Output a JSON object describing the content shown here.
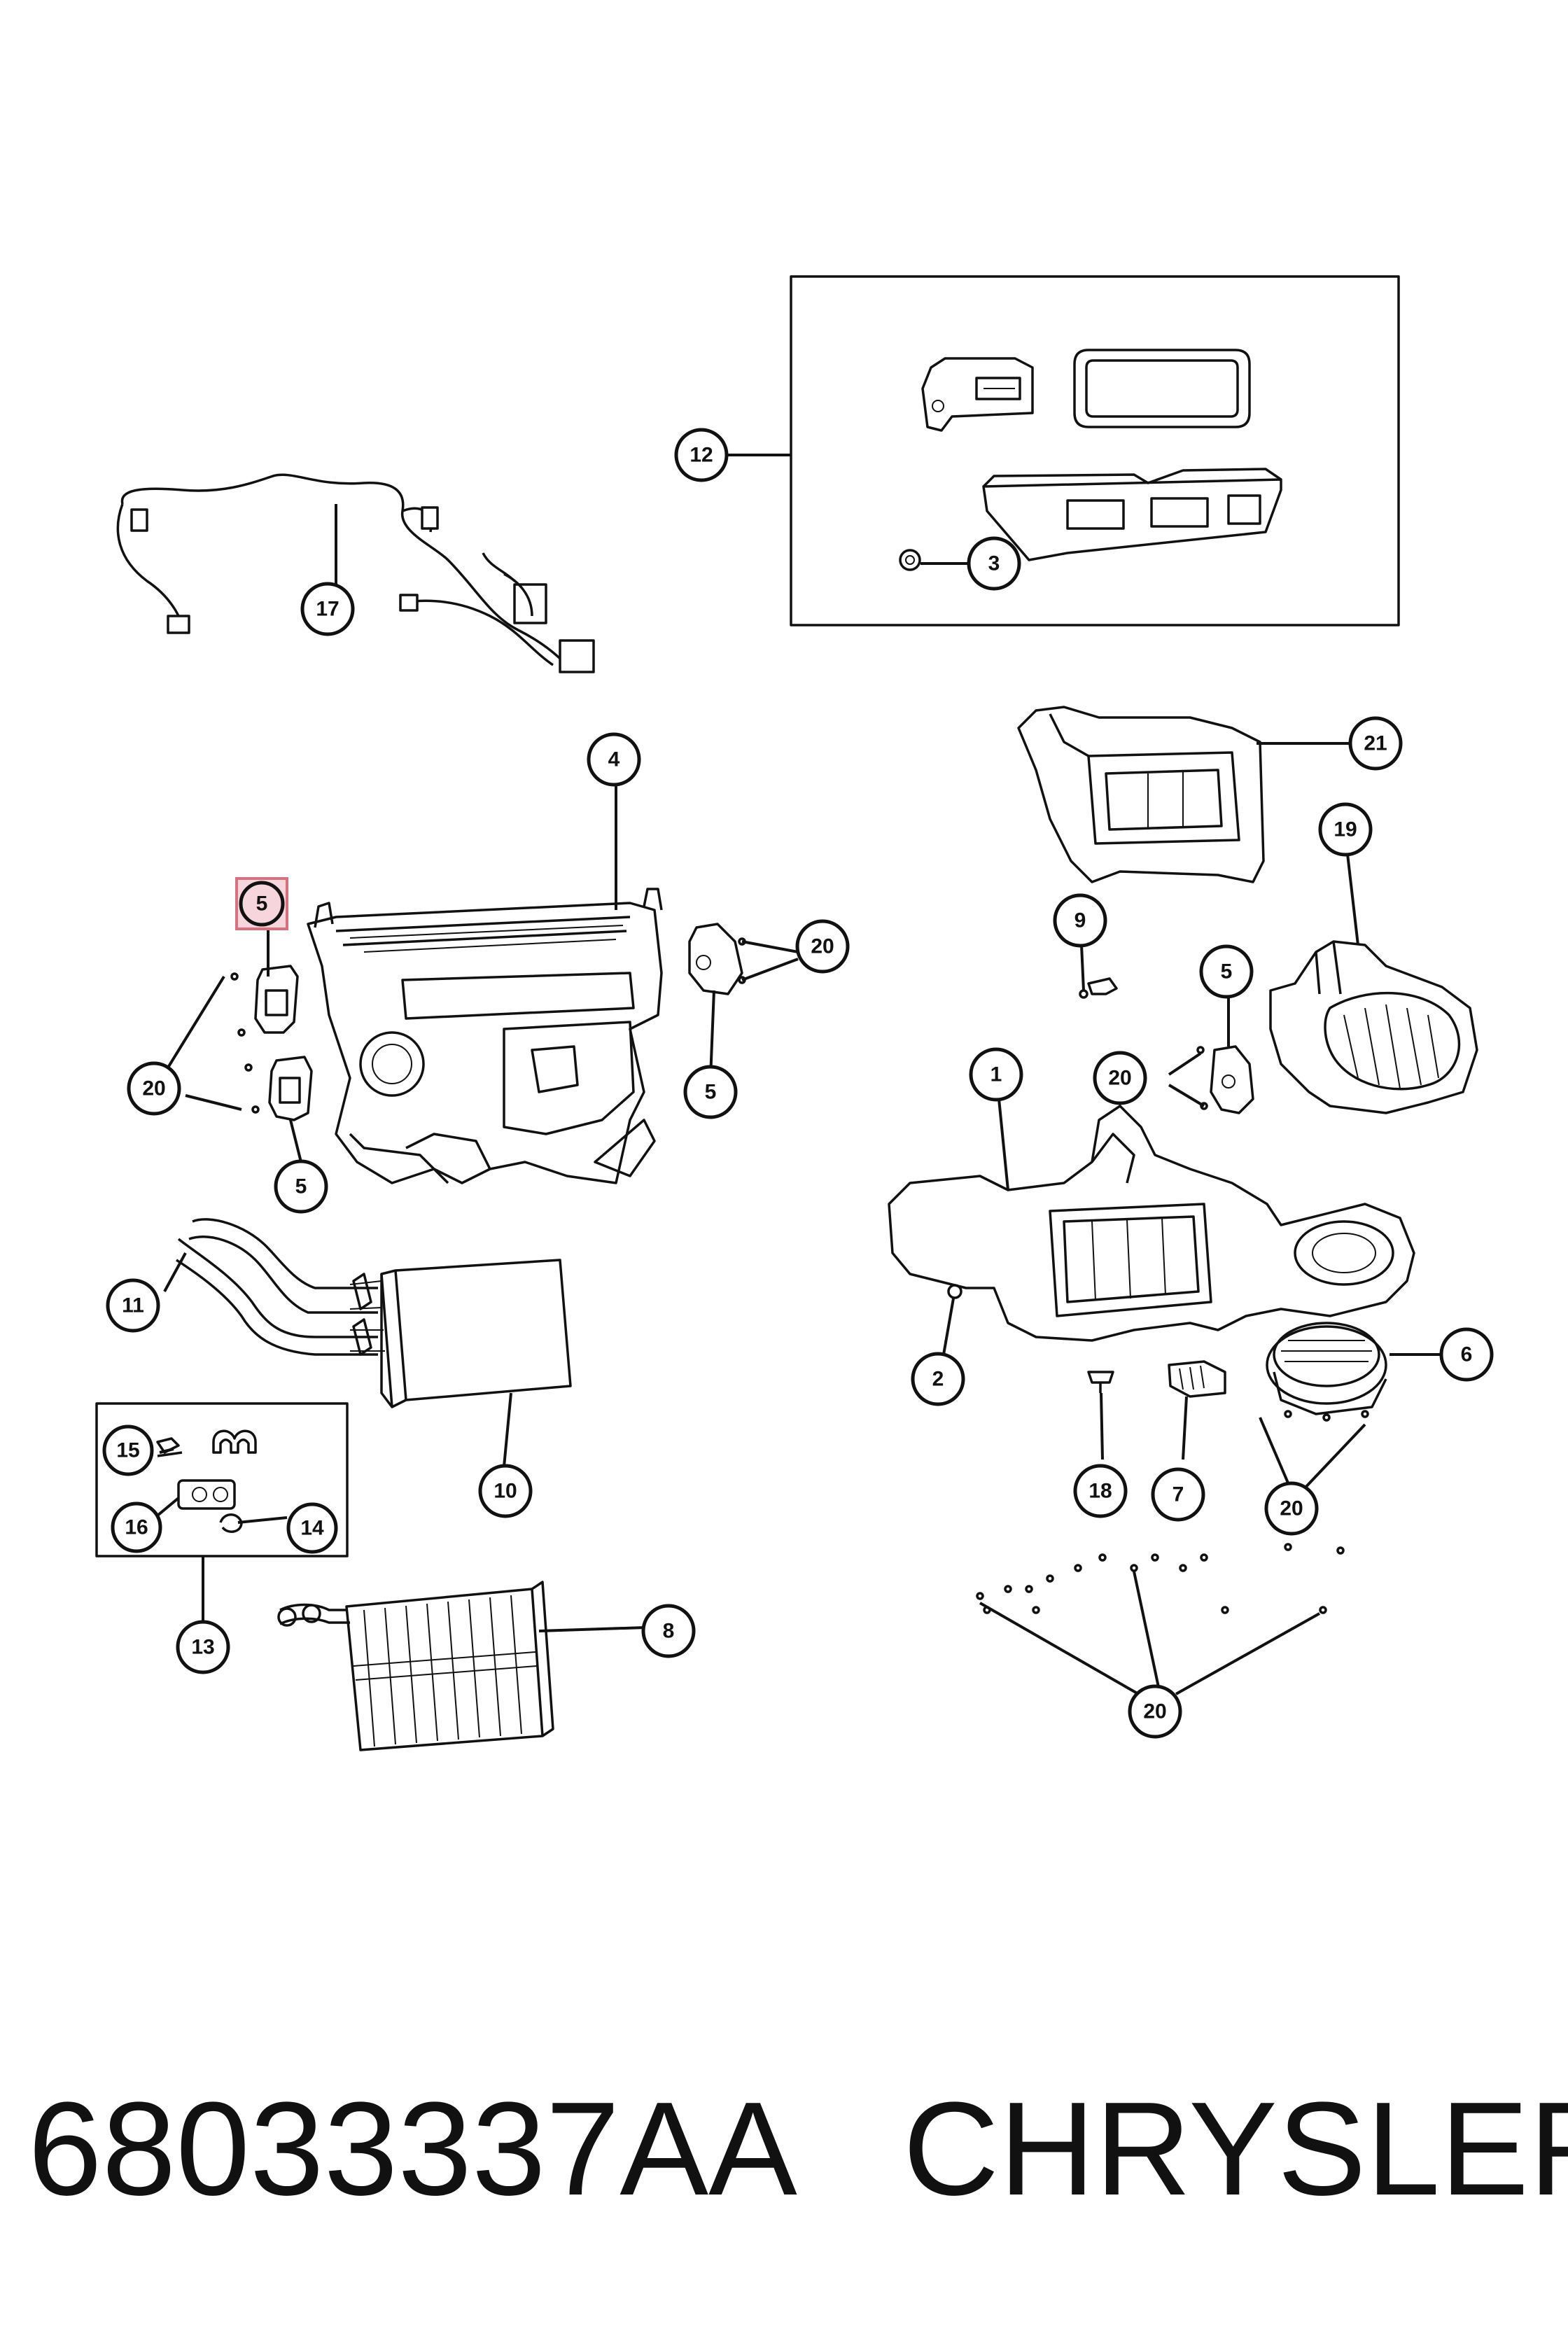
{
  "footer": {
    "part_number": "68033337AA",
    "brand": "CHRYSLER"
  },
  "highlight_color": "#f6d5dc",
  "callouts": {
    "c1": "1",
    "c2": "2",
    "c3": "3",
    "c4": "4",
    "c5a": "5",
    "c5b": "5",
    "c5c": "5",
    "c5d": "5",
    "c6": "6",
    "c7": "7",
    "c8": "8",
    "c9": "9",
    "c10": "10",
    "c11": "11",
    "c12": "12",
    "c13": "13",
    "c14": "14",
    "c15": "15",
    "c16": "16",
    "c17": "17",
    "c18": "18",
    "c19": "19",
    "c20a": "20",
    "c20b": "20",
    "c20c": "20",
    "c20d": "20",
    "c20e": "20",
    "c21": "21"
  }
}
